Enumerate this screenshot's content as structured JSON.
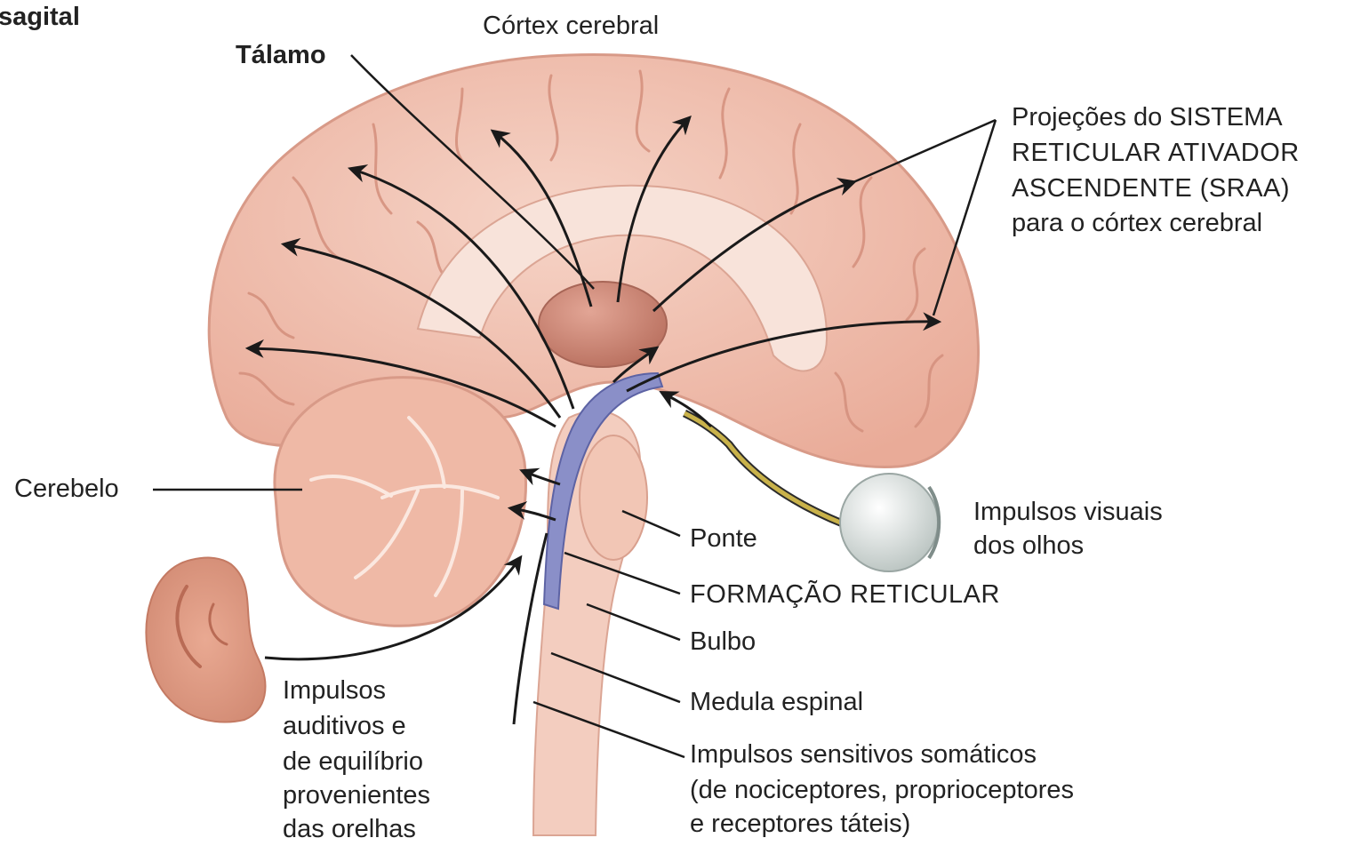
{
  "labels": {
    "sagital": "sagital",
    "cortex": "Córtex cerebral",
    "talamo": "Tálamo",
    "sraa_line1": "Projeções do SISTEMA",
    "sraa_line2": "RETICULAR ATIVADOR",
    "sraa_line3": "ASCENDENTE (SRAA)",
    "sraa_line4": "para o córtex cerebral",
    "cerebelo": "Cerebelo",
    "visual_line1": "Impulsos visuais",
    "visual_line2": "dos olhos",
    "ponte": "Ponte",
    "formacao": "FORMAÇÃO RETICULAR",
    "bulbo": "Bulbo",
    "medula": "Medula espinal",
    "auditivos_line1": "Impulsos",
    "auditivos_line2": "auditivos e",
    "auditivos_line3": "de equilíbrio",
    "auditivos_line4": "provenientes",
    "auditivos_line5": "das orelhas",
    "somaticos_line1": "Impulsos sensitivos somáticos",
    "somaticos_line2": "(de nociceptores, proprioceptores",
    "somaticos_line3": "e receptores táteis)"
  },
  "colors": {
    "brain": "#f1c1b1",
    "brain_dark": "#d89a88",
    "thalamus": "#cf8a7a",
    "reticular": "#8a8fc8",
    "eye": "#e6ebe9",
    "optic_nerve": "#c9b24a",
    "ear": "#e6a58e",
    "line": "#1a1a1a"
  }
}
